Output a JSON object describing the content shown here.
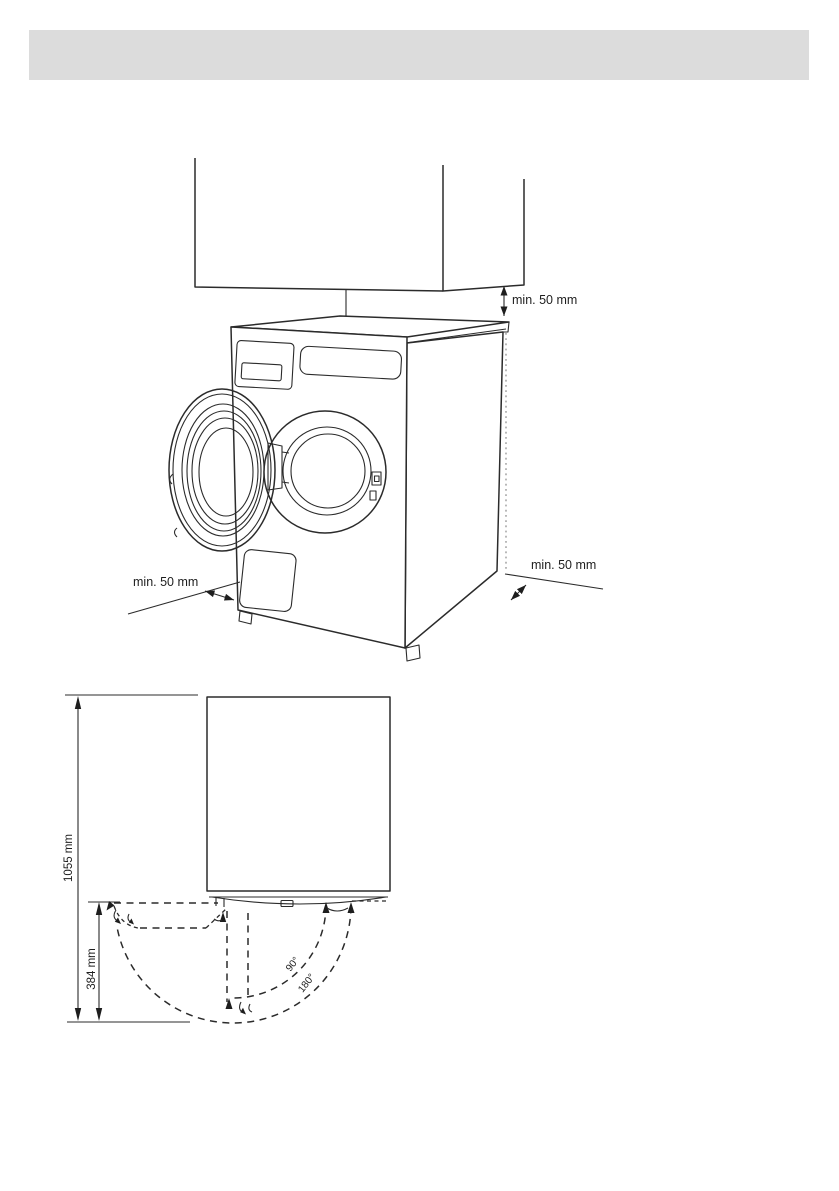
{
  "colors": {
    "background": "#ffffff",
    "header_bar": "#dcdcdc",
    "line_art": "#2b2b2b",
    "dotted_guide": "#9b9b9b"
  },
  "stacking_clearance_diagram": {
    "top_clearance_label": "min. 50 mm",
    "left_clearance_label": "min. 50 mm",
    "right_clearance_label": "min. 50 mm"
  },
  "door_swing_diagram": {
    "overall_height_label": "1055 mm",
    "door_clearance_label": "384 mm",
    "angle_90_label": "90°",
    "angle_180_label": "180°"
  }
}
